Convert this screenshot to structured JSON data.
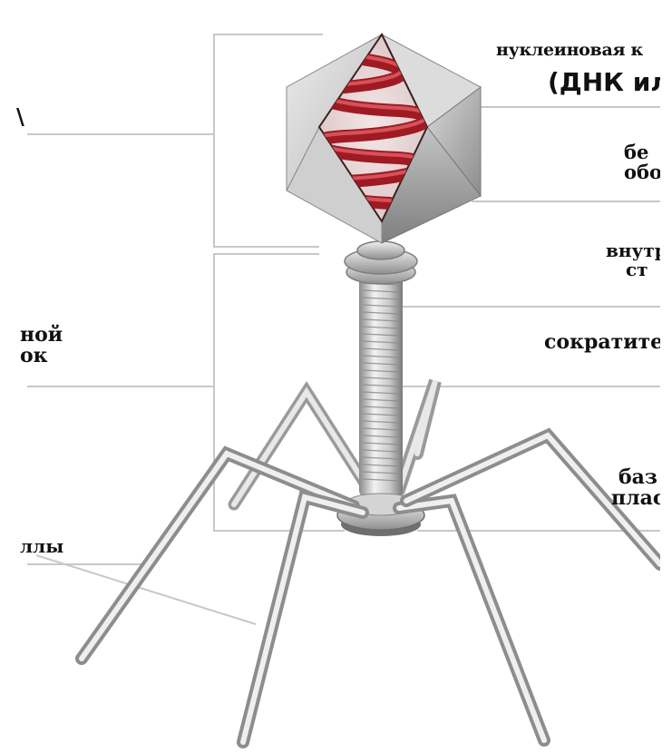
{
  "labels": {
    "nucleic_acid_line1": "нуклеиновая к",
    "nucleic_acid_line2": "(ДНК ил",
    "protein_coat_line1": "бе",
    "protein_coat_line2": "обо",
    "inner_rod_line1": "внутр",
    "inner_rod_line2": "ст",
    "contractile_sheath": "сократите",
    "base_plate_line1": "баз",
    "base_plate_line2": "плас",
    "left_top": "\\",
    "left_middle_line1": "ной",
    "left_middle_line2": "ок",
    "left_bottom": "ллы"
  },
  "colors": {
    "dna_red": "#9e1b24",
    "capsid_grey": "#c9c9c9",
    "leader_line": "#c8c8c8",
    "text": "#111111"
  }
}
